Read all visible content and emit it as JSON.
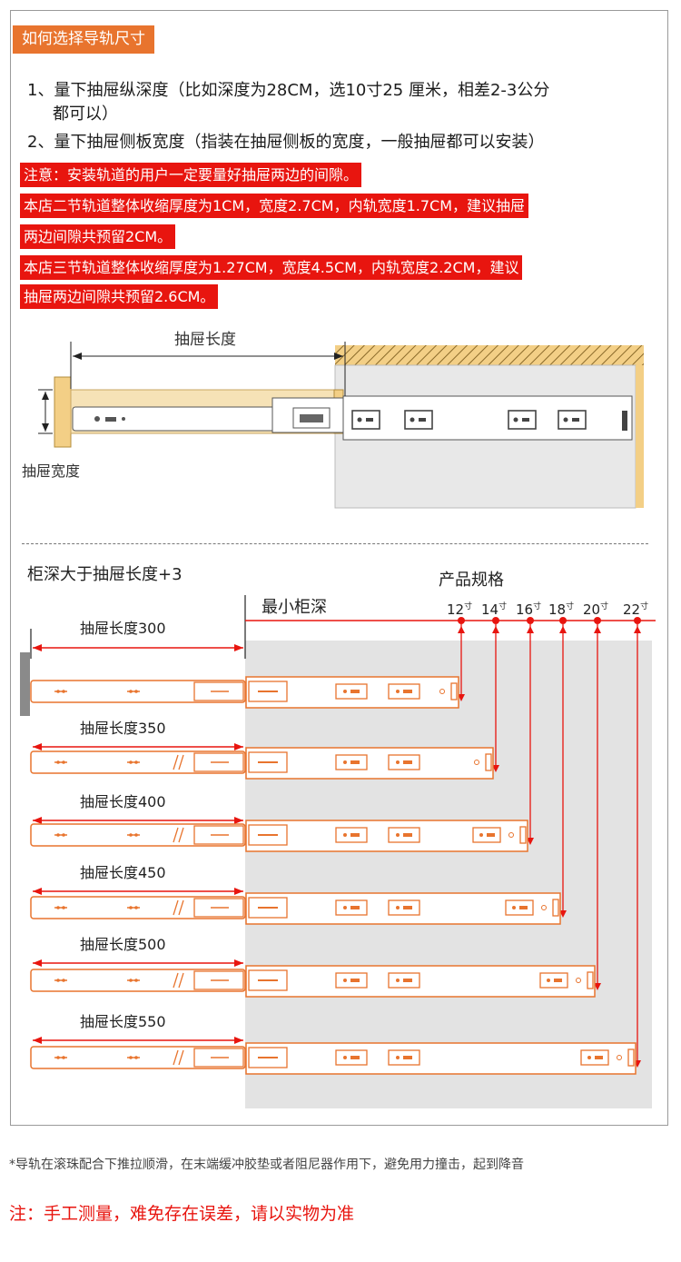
{
  "title": "如何选择导轨尺寸",
  "instructions": {
    "line1a": "1、量下抽屉纵深度（比如深度为28CM，选10寸25 厘米，相差2-3公分",
    "line1b": "都可以）",
    "line2": "2、量下抽屉侧板宽度（指装在抽屉侧板的宽度，一般抽屉都可以安装）"
  },
  "notices": {
    "note1": "注意：安装轨道的用户一定要量好抽屉两边的间隙。",
    "note2a": "本店二节轨道整体收缩厚度为1CM，宽度2.7CM，内轨宽度1.7CM，建议抽屉",
    "note2b": "两边间隙共预留2CM。",
    "note3a": "本店三节轨道整体收缩厚度为1.27CM，宽度4.5CM，内轨宽度2.2CM，建议",
    "note3b": "抽屉两边间隙共预留2.6CM。"
  },
  "diagram1": {
    "length_label": "抽屉长度",
    "width_label": "抽屉宽度"
  },
  "diagram2": {
    "heading": "柜深大于抽屉长度+3",
    "spec_label": "产品规格",
    "min_depth_label": "最小柜深",
    "inch_unit": "寸",
    "sizes": [
      "12",
      "14",
      "16",
      "18",
      "20",
      "22"
    ],
    "rows": [
      "抽屉长度300",
      "抽屉长度350",
      "抽屉长度400",
      "抽屉长度450",
      "抽屉长度500",
      "抽屉长度550"
    ]
  },
  "footer": {
    "note": "*导轨在滚珠配合下推拉顺滑，在末端缓冲胶垫或者阻尼器作用下，避免用力撞击，起到降音",
    "disclaimer": "注：手工测量，难免存在误差，请以实物为准"
  },
  "colors": {
    "orange": "#e8742e",
    "red": "#e8150f",
    "wood": "#f3cf86",
    "panel": "#e3e3e3"
  }
}
